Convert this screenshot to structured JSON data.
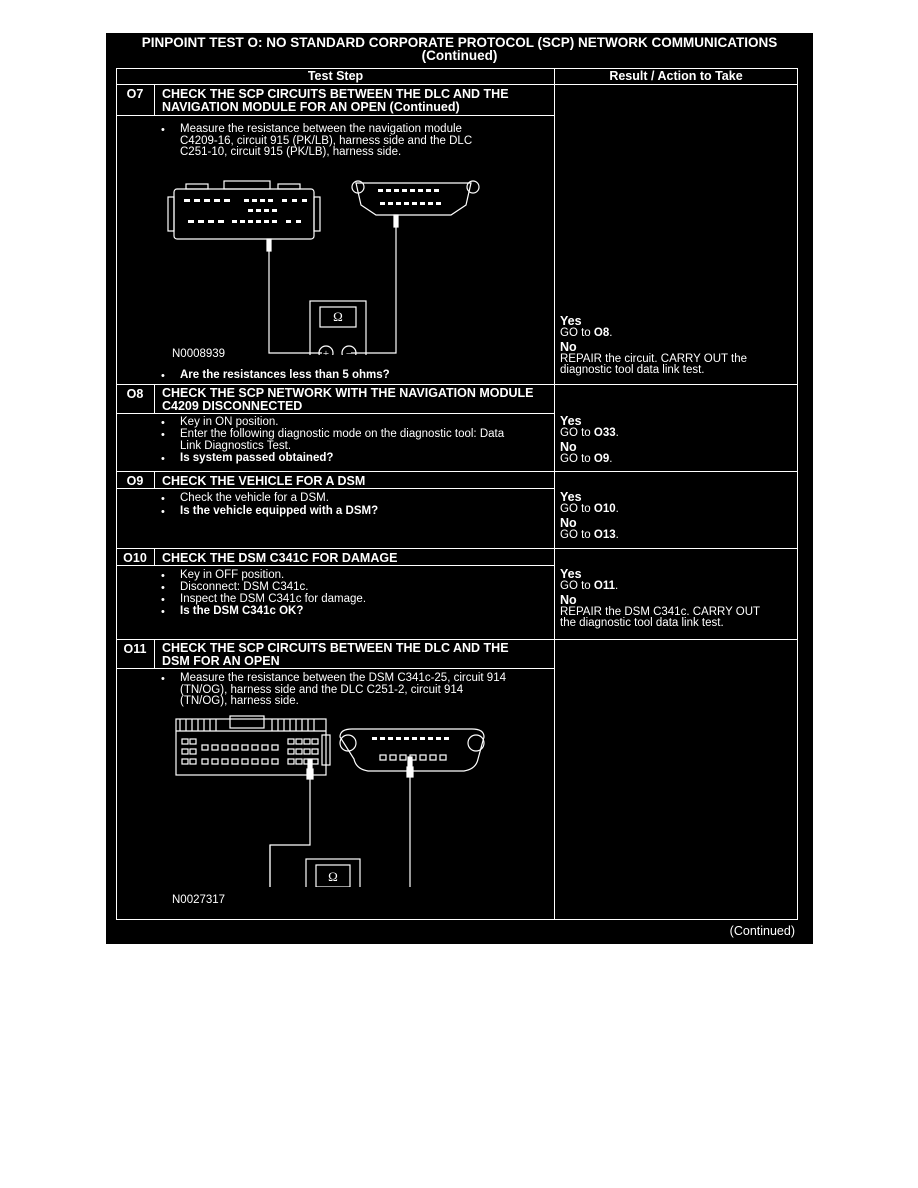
{
  "title": {
    "line1": "PINPOINT TEST  O: NO STANDARD CORPORATE PROTOCOL (SCP) NETWORK COMMUNICATIONS",
    "line2": "(Continued)"
  },
  "table_headers": {
    "test_step": "Test Step",
    "result": "Result / Action to Take"
  },
  "steps": {
    "o7": {
      "id": "O7",
      "title1": "CHECK THE SCP CIRCUITS BETWEEN THE DLC AND THE",
      "title2": "NAVIGATION MODULE FOR AN OPEN (Continued)",
      "b1l1": "Measure the resistance between the navigation module",
      "b1l2": "C4209-16, circuit 915 (PK/LB), harness side and the DLC",
      "b1l3": "C251-10, circuit 915 (PK/LB), harness side.",
      "figure": "N0008939",
      "question": "Are the resistances less than 5 ohms?",
      "yes": "Yes",
      "yes_action_prefix": "GO to ",
      "yes_target": "O8",
      "no": "No",
      "no_l1": "REPAIR the circuit. CARRY OUT the",
      "no_l2": "diagnostic tool data link test."
    },
    "o8": {
      "id": "O8",
      "title1": "CHECK THE SCP NETWORK WITH THE NAVIGATION MODULE",
      "title2": "C4209 DISCONNECTED",
      "b1": "Key in ON position.",
      "b2l1": "Enter the following diagnostic mode on the diagnostic tool: Data",
      "b2l2": "Link Diagnostics Test.",
      "b3": "Is system passed obtained?",
      "yes": "Yes",
      "yes_target": "O33",
      "no": "No",
      "no_target": "O9"
    },
    "o9": {
      "id": "O9",
      "title1": "CHECK THE VEHICLE FOR A DSM",
      "b1": "Check the vehicle for a DSM.",
      "b2": "Is the vehicle equipped with a DSM?",
      "yes": "Yes",
      "yes_target": "O10",
      "no": "No",
      "no_target": "O13"
    },
    "o10": {
      "id": "O10",
      "title1": "CHECK THE DSM C341C FOR DAMAGE",
      "b1": "Key in OFF position.",
      "b2": "Disconnect: DSM C341c.",
      "b3": "Inspect the DSM C341c for damage.",
      "b4": "Is the DSM C341c OK?",
      "yes": "Yes",
      "yes_target": "O11",
      "no": "No",
      "no_l1": "REPAIR the DSM C341c. CARRY OUT",
      "no_l2": "the diagnostic tool data link test."
    },
    "o11": {
      "id": "O11",
      "title1": "CHECK THE SCP CIRCUITS BETWEEN THE DLC AND THE",
      "title2": "DSM FOR AN OPEN",
      "b1l1": "Measure the resistance between the DSM C341c-25, circuit 914",
      "b1l2": "(TN/OG), harness side and the DLC C251-2, circuit 914",
      "b1l3": "(TN/OG), harness side.",
      "figure": "N0027317"
    }
  },
  "go_to": "GO to ",
  "period": ".",
  "meter_symbol": "Ω",
  "plus": "+",
  "minus": "−",
  "bullet": "•",
  "footer": "(Continued)"
}
